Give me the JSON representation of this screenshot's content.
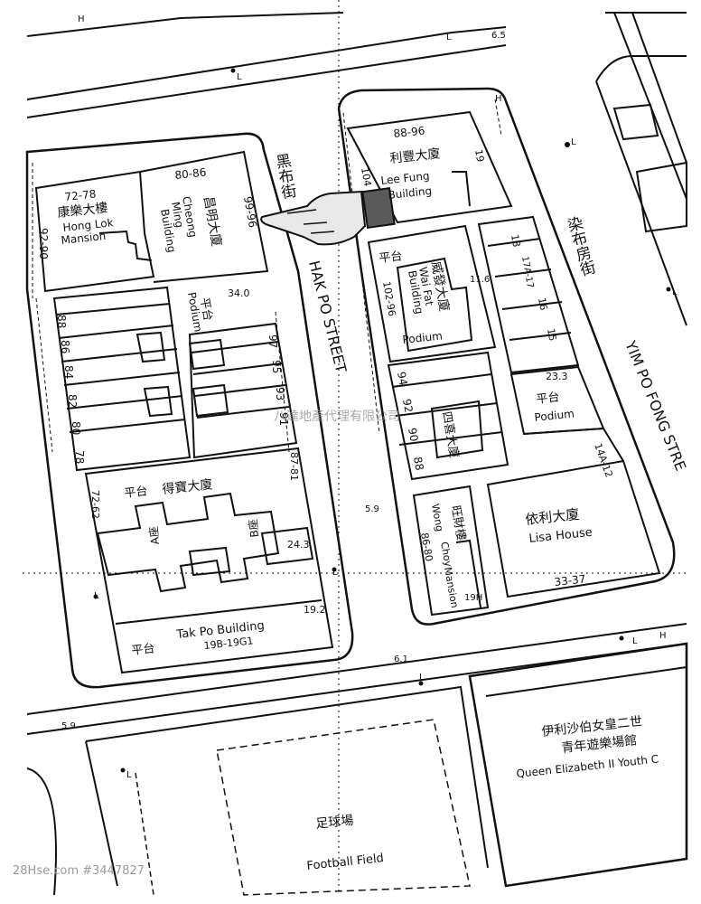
{
  "colors": {
    "ink": "#111111",
    "paper": "#ffffff",
    "watermark": "#8c8c8c",
    "pointer_fill": "#5a5a5a"
  },
  "icons": {
    "pointer": "pointing-hand-icon"
  },
  "streets": {
    "hak_po_zh": "黑布街",
    "hak_po_en": "HAK PO STREET",
    "yim_po_fong_zh": "染布房街",
    "yim_po_fong_en": "YIM PO FONG STRE"
  },
  "buildings": {
    "hong_lok": {
      "numbers": "72-78",
      "zh": "康樂大樓",
      "en1": "Hong Lok",
      "en2": "Mansion",
      "side_number": "92-90"
    },
    "cheong_ming": {
      "numbers": "80-86",
      "zh": "昌明大廈",
      "en1": "Cheong",
      "en2": "Ming",
      "en3": "Building",
      "side_number": "99-96",
      "podium_zh": "平台",
      "podium_en": "Podium",
      "height": "34.0"
    },
    "lee_fung": {
      "numbers": "88-96",
      "zh": "利豐大廈",
      "en1": "Lee Fung",
      "en2": "Building",
      "side_left": "104",
      "side_right": "19"
    },
    "wai_fat": {
      "zh": "威發大廈",
      "en1": "Wai Fat",
      "en2": "Building",
      "numbers": "102-96",
      "podium_zh": "平台",
      "podium_en": "Podium"
    },
    "sei_hoi": {
      "zh": "四喜大廈"
    },
    "tak_po": {
      "zh": "得寶大廈",
      "en": "Tak Po Building",
      "numbers": "19B-19G1",
      "podium_zh": "平台",
      "podium_zh_bottom": "平台",
      "block_a": "A座",
      "block_b": "B座",
      "height_1": "24.3",
      "height_2": "19.2",
      "numbers_left": "72-62",
      "numbers_right": "87-81"
    },
    "wong_choy": {
      "zh": "旺財樓",
      "en1": "Wong",
      "en2": "Choy",
      "en3": "Mansion",
      "numbers": "86-80",
      "number_19h": "19H"
    },
    "lisa": {
      "zh": "依利大廈",
      "en": "Lisa House",
      "numbers": "33-37",
      "side_number": "14A-12"
    },
    "podium_233": {
      "zh": "平台",
      "en": "Podium",
      "height": "23.3"
    },
    "qe2": {
      "zh1": "伊利沙伯女皇二世",
      "zh2": "青年遊樂場館",
      "en": "Queen Elizabeth II Youth C"
    },
    "football": {
      "zh": "足球場",
      "en": "Football Field"
    }
  },
  "house_numbers": {
    "west_col": [
      "88",
      "86",
      "84",
      "82",
      "80",
      "78"
    ],
    "east_col": [
      "97",
      "95",
      "93",
      "91"
    ],
    "mid_col": [
      "94",
      "92",
      "90",
      "88"
    ],
    "right_top": [
      "18",
      "17A-17",
      "16",
      "15"
    ],
    "number_11_6": "11.6"
  },
  "spot_heights": [
    "6.5",
    "5.9",
    "6.1",
    "5.9"
  ],
  "markers": {
    "lamp": "L",
    "hydrant": "H"
  },
  "watermark": "八達地產代理有限公司",
  "source_caption": "28Hse.com #3447827"
}
